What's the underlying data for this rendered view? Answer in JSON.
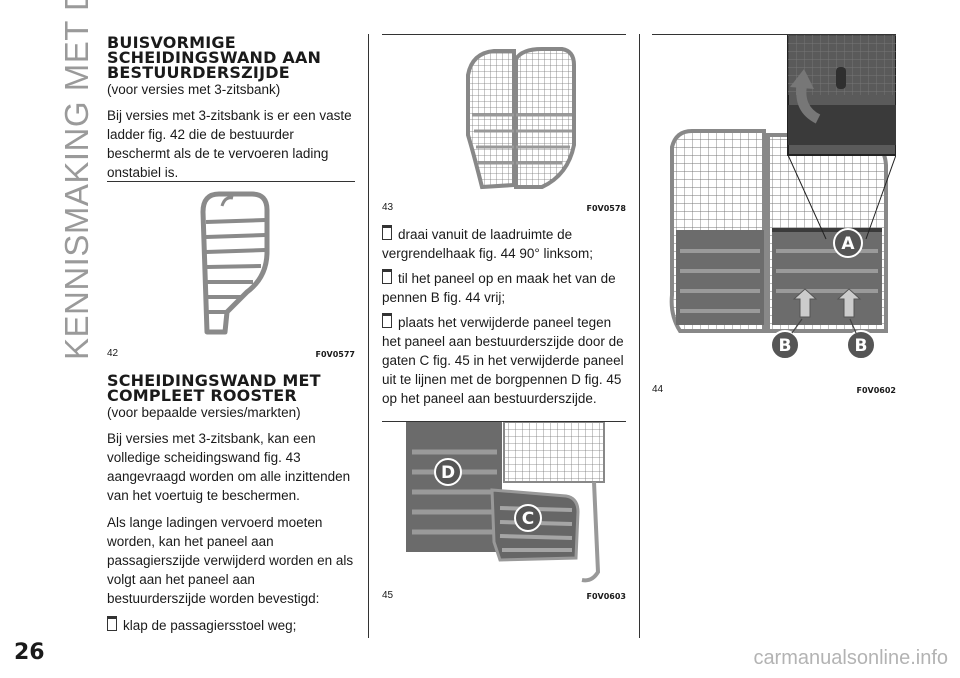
{
  "side_title": "KENNISMAKING MET DE AUTO",
  "page_number": "26",
  "col1": {
    "heading1": "BUISVORMIGE SCHEIDINGSWAND AAN BESTUURDERSZIJDE",
    "heading1_sub": "(voor versies met 3-zitsbank)",
    "para1": "Bij versies met 3-zitsbank is er een vaste ladder fig. 42 die de bestuurder beschermt als de te vervoeren lading onstabiel is.",
    "fig42": {
      "number": "42",
      "code": "F0V0577"
    },
    "heading2": "SCHEIDINGSWAND MET COMPLEET ROOSTER",
    "heading2_sub": "(voor bepaalde versies/markten)",
    "para2": "Bij versies met 3-zitsbank, kan een volledige scheidingswand fig. 43 aangevraagd worden om alle inzittenden van het voertuig te beschermen.",
    "para3": "Als lange ladingen vervoerd moeten worden, kan het paneel aan passagierszijde verwijderd worden en als volgt aan het paneel aan bestuurderszijde worden bevestigd:",
    "bullet1": "klap de passagiersstoel weg;"
  },
  "col2": {
    "fig43": {
      "number": "43",
      "code": "F0V0578"
    },
    "bullet2": "draai vanuit de laadruimte de vergrendelhaak fig. 44 90° linksom;",
    "bullet3": "til het paneel op en maak het van de pennen B fig. 44 vrij;",
    "bullet4": "plaats het verwijderde paneel tegen het paneel aan bestuurderszijde door de gaten C fig. 45 in het verwijderde paneel uit te lijnen met de borgpennen D fig. 45 op het paneel aan bestuurderszijde.",
    "fig45": {
      "number": "45",
      "code": "F0V0603",
      "label_d": "D",
      "label_c": "C"
    }
  },
  "col3": {
    "fig44": {
      "number": "44",
      "code": "F0V0602",
      "label_a": "A",
      "label_b1": "B",
      "label_b2": "B"
    }
  },
  "watermark": "carmanualsonline.info"
}
